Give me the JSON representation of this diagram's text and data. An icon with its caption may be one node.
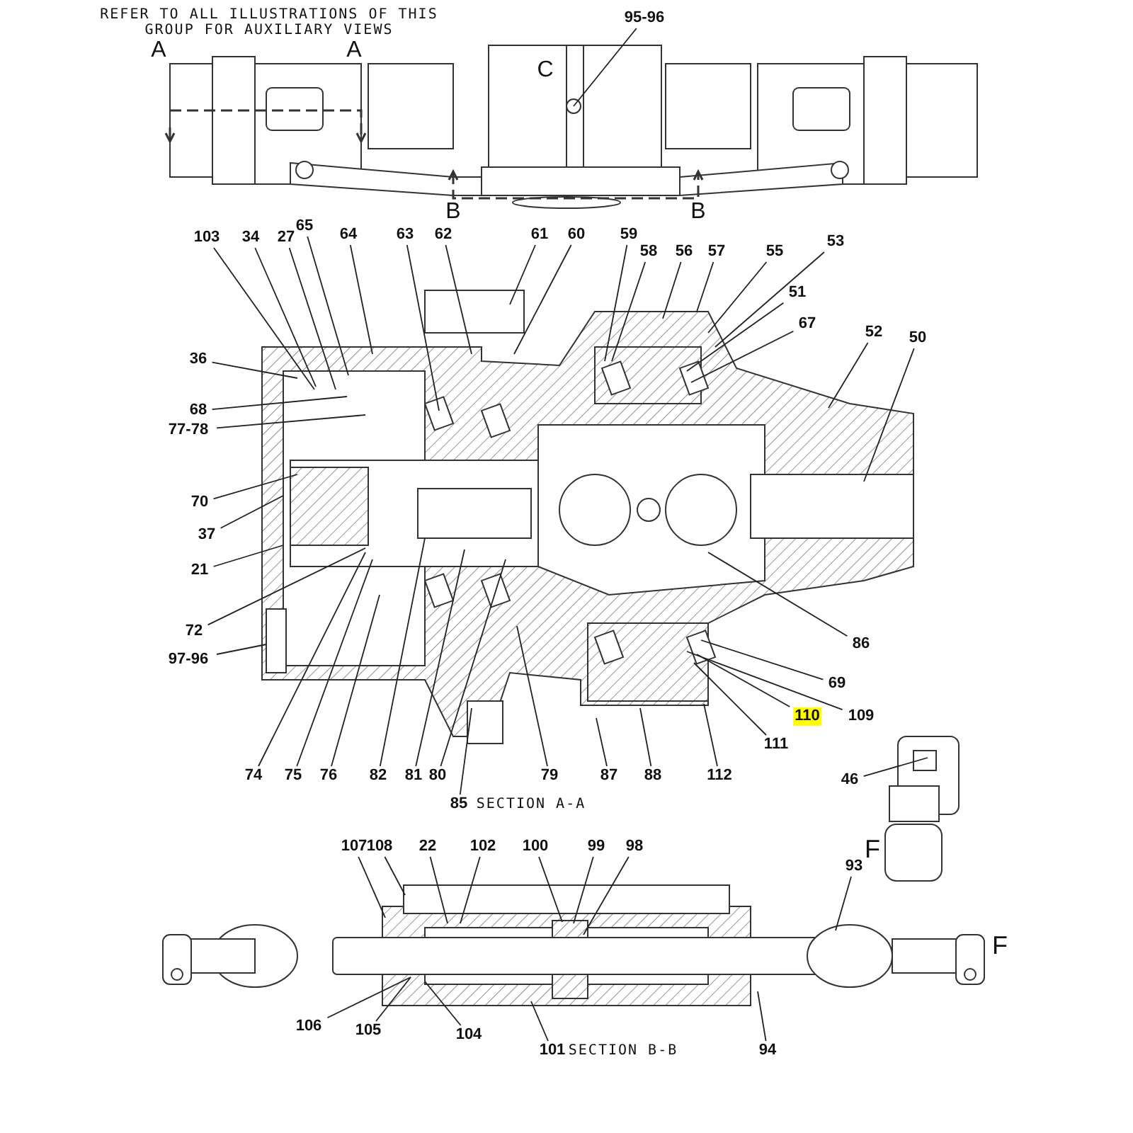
{
  "diagram": {
    "nodes": [
      {
        "text": [
          "95-96"
        ]
      },
      {
        "text": [
          "103"
        ]
      },
      {
        "text": [
          "34"
        ]
      },
      {
        "text": [
          "27"
        ]
      },
      {
        "text": [
          "65"
        ]
      },
      {
        "text": [
          "64"
        ]
      },
      {
        "text": [
          "63"
        ]
      },
      {
        "text": [
          "62"
        ]
      },
      {
        "text": [
          "61"
        ]
      },
      {
        "text": [
          "60"
        ]
      },
      {
        "text": [
          "59"
        ]
      },
      {
        "text": [
          "58"
        ]
      },
      {
        "text": [
          "56"
        ]
      },
      {
        "text": [
          "57"
        ]
      },
      {
        "text": [
          "55"
        ]
      },
      {
        "text": [
          "53"
        ]
      },
      {
        "text": [
          "51"
        ]
      },
      {
        "text": [
          "67"
        ]
      },
      {
        "text": [
          "52"
        ]
      },
      {
        "text": [
          "50"
        ]
      },
      {
        "text": [
          "36"
        ]
      },
      {
        "text": [
          "68"
        ]
      },
      {
        "text": [
          "77-78"
        ]
      },
      {
        "text": [
          "70"
        ]
      },
      {
        "text": [
          "37"
        ]
      },
      {
        "text": [
          "21"
        ]
      },
      {
        "text": [
          "72"
        ]
      },
      {
        "text": [
          "97-96"
        ]
      },
      {
        "text": [
          "74"
        ]
      },
      {
        "text": [
          "75"
        ]
      },
      {
        "text": [
          "76"
        ]
      },
      {
        "text": [
          "82"
        ]
      },
      {
        "text": [
          "81"
        ]
      },
      {
        "text": [
          "80"
        ]
      },
      {
        "text": [
          "79"
        ]
      },
      {
        "text": [
          "85"
        ]
      },
      {
        "text": [
          "87"
        ]
      },
      {
        "text": [
          "88"
        ]
      },
      {
        "text": [
          "112"
        ]
      },
      {
        "text": [
          "111"
        ]
      },
      {
        "text": [
          "110"
        ]
      },
      {
        "text": [
          "109"
        ]
      },
      {
        "text": [
          "69"
        ]
      },
      {
        "text": [
          "86"
        ]
      },
      {
        "text": [
          "46"
        ]
      },
      {
        "text": [
          "107"
        ]
      },
      {
        "text": [
          "108"
        ]
      },
      {
        "text": [
          "22"
        ]
      },
      {
        "text": [
          "102"
        ]
      },
      {
        "text": [
          "100"
        ]
      },
      {
        "text": [
          "99"
        ]
      },
      {
        "text": [
          "98"
        ]
      },
      {
        "text": [
          "93"
        ]
      },
      {
        "text": [
          "106"
        ]
      },
      {
        "text": [
          "105"
        ]
      },
      {
        "text": [
          "104"
        ]
      },
      {
        "text": [
          "101"
        ]
      },
      {
        "text": [
          "94"
        ]
      }
    ],
    "edges": [
      {
        "from": 0,
        "to": null,
        "arrow": "none"
      },
      {
        "from": 1,
        "to": null,
        "arrow": "none"
      },
      {
        "from": 2,
        "to": null,
        "arrow": "none"
      },
      {
        "from": 3,
        "to": null,
        "arrow": "none"
      },
      {
        "from": 4,
        "to": null,
        "arrow": "none"
      },
      {
        "from": 5,
        "to": null,
        "arrow": "none"
      },
      {
        "from": 6,
        "to": null,
        "arrow": "none"
      },
      {
        "from": 7,
        "to": null,
        "arrow": "none"
      },
      {
        "from": 8,
        "to": null,
        "arrow": "none"
      },
      {
        "from": 9,
        "to": null,
        "arrow": "none"
      },
      {
        "from": 10,
        "to": null,
        "arrow": "none"
      },
      {
        "from": 11,
        "to": null,
        "arrow": "none"
      },
      {
        "from": 12,
        "to": null,
        "arrow": "none"
      },
      {
        "from": 13,
        "to": null,
        "arrow": "none"
      },
      {
        "from": 14,
        "to": null,
        "arrow": "none"
      },
      {
        "from": 15,
        "to": null,
        "arrow": "none"
      },
      {
        "from": 16,
        "to": null,
        "arrow": "none"
      },
      {
        "from": 17,
        "to": null,
        "arrow": "none"
      },
      {
        "from": 18,
        "to": null,
        "arrow": "none"
      },
      {
        "from": 19,
        "to": null,
        "arrow": "none"
      },
      {
        "from": 20,
        "to": null,
        "arrow": "none"
      },
      {
        "from": 21,
        "to": null,
        "arrow": "none"
      },
      {
        "from": 22,
        "to": null,
        "arrow": "none"
      },
      {
        "from": 23,
        "to": null,
        "arrow": "none"
      },
      {
        "from": 24,
        "to": null,
        "arrow": "none"
      },
      {
        "from": 25,
        "to": null,
        "arrow": "none"
      },
      {
        "from": 26,
        "to": null,
        "arrow": "none"
      },
      {
        "from": 27,
        "to": null,
        "arrow": "none"
      },
      {
        "from": 28,
        "to": null,
        "arrow": "none"
      },
      {
        "from": 29,
        "to": null,
        "arrow": "none"
      },
      {
        "from": 30,
        "to": null,
        "arrow": "none"
      },
      {
        "from": 31,
        "to": null,
        "arrow": "none"
      },
      {
        "from": 32,
        "to": null,
        "arrow": "none"
      },
      {
        "from": 33,
        "to": null,
        "arrow": "none"
      },
      {
        "from": 34,
        "to": null,
        "arrow": "none"
      },
      {
        "from": 35,
        "to": null,
        "arrow": "none"
      },
      {
        "from": 36,
        "to": null,
        "arrow": "none"
      },
      {
        "from": 37,
        "to": null,
        "arrow": "none"
      },
      {
        "from": 38,
        "to": null,
        "arrow": "none"
      },
      {
        "from": 39,
        "to": null,
        "arrow": "none"
      },
      {
        "from": 40,
        "to": null,
        "arrow": "none"
      },
      {
        "from": 41,
        "to": null,
        "arrow": "none"
      },
      {
        "from": 42,
        "to": null,
        "arrow": "none"
      },
      {
        "from": 43,
        "to": null,
        "arrow": "none"
      },
      {
        "from": 44,
        "to": null,
        "arrow": "none"
      },
      {
        "from": 45,
        "to": null,
        "arrow": "none"
      },
      {
        "from": 46,
        "to": null,
        "arrow": "none"
      },
      {
        "from": 47,
        "to": null,
        "arrow": "none"
      },
      {
        "from": 48,
        "to": null,
        "arrow": "none"
      },
      {
        "from": 49,
        "to": null,
        "arrow": "none"
      },
      {
        "from": 50,
        "to": null,
        "arrow": "none"
      },
      {
        "from": 51,
        "to": null,
        "arrow": "none"
      },
      {
        "from": 52,
        "to": null,
        "arrow": "none"
      },
      {
        "from": 53,
        "to": null,
        "arrow": "none"
      },
      {
        "from": 54,
        "to": null,
        "arrow": "none"
      },
      {
        "from": 55,
        "to": null,
        "arrow": "none"
      },
      {
        "from": 56,
        "to": null,
        "arrow": "none"
      },
      {
        "from": 57,
        "to": null,
        "arrow": "none"
      }
    ],
    "labels": [
      "REFER TO ALL ILLUSTRATIONS OF THIS GROUP FOR AUXILIARY VIEWS",
      "C",
      "A",
      "A",
      "B",
      "B",
      "SECTION A-A",
      "F",
      "SECTION B-B",
      "F"
    ]
  }
}
